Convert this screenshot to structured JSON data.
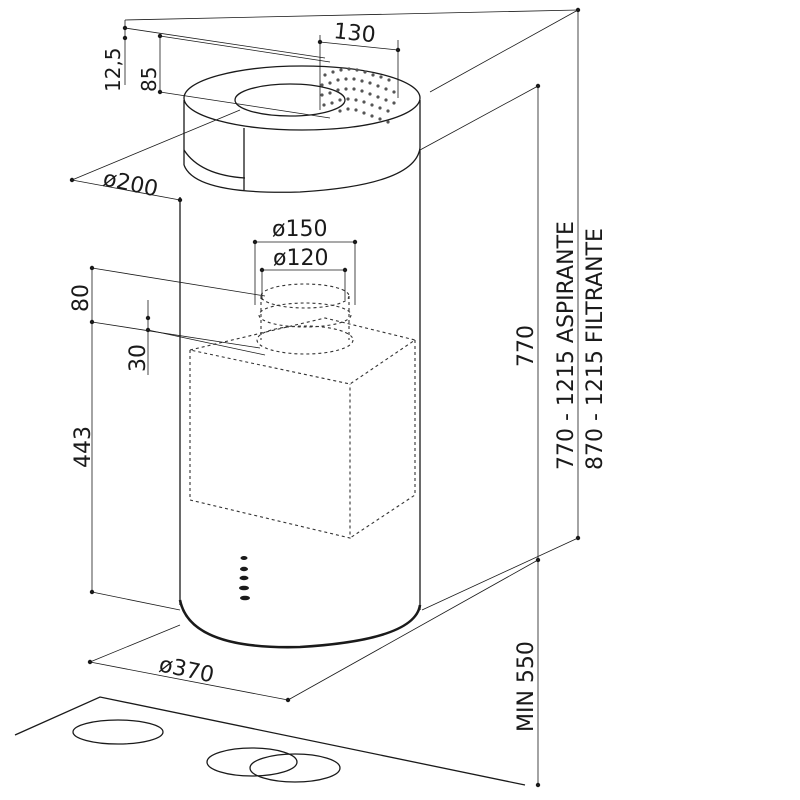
{
  "dimensions": {
    "top_width": "130",
    "top_offset": "12,5",
    "top_collar_height": "85",
    "top_diameter": "ø200",
    "outlet_outer_diameter": "ø150",
    "outlet_inner_diameter": "ø120",
    "outlet_height": "80",
    "motor_offset": "30",
    "body_height_to_outlet": "443",
    "body_height": "770",
    "range_aspirante": "770 - 1215 ASPIRANTE",
    "range_filtrante": "870 - 1215 FILTRANTE",
    "bottom_diameter": "ø370",
    "min_clearance": "MIN 550"
  },
  "colors": {
    "line": "#1a1a1a",
    "background": "#ffffff"
  }
}
